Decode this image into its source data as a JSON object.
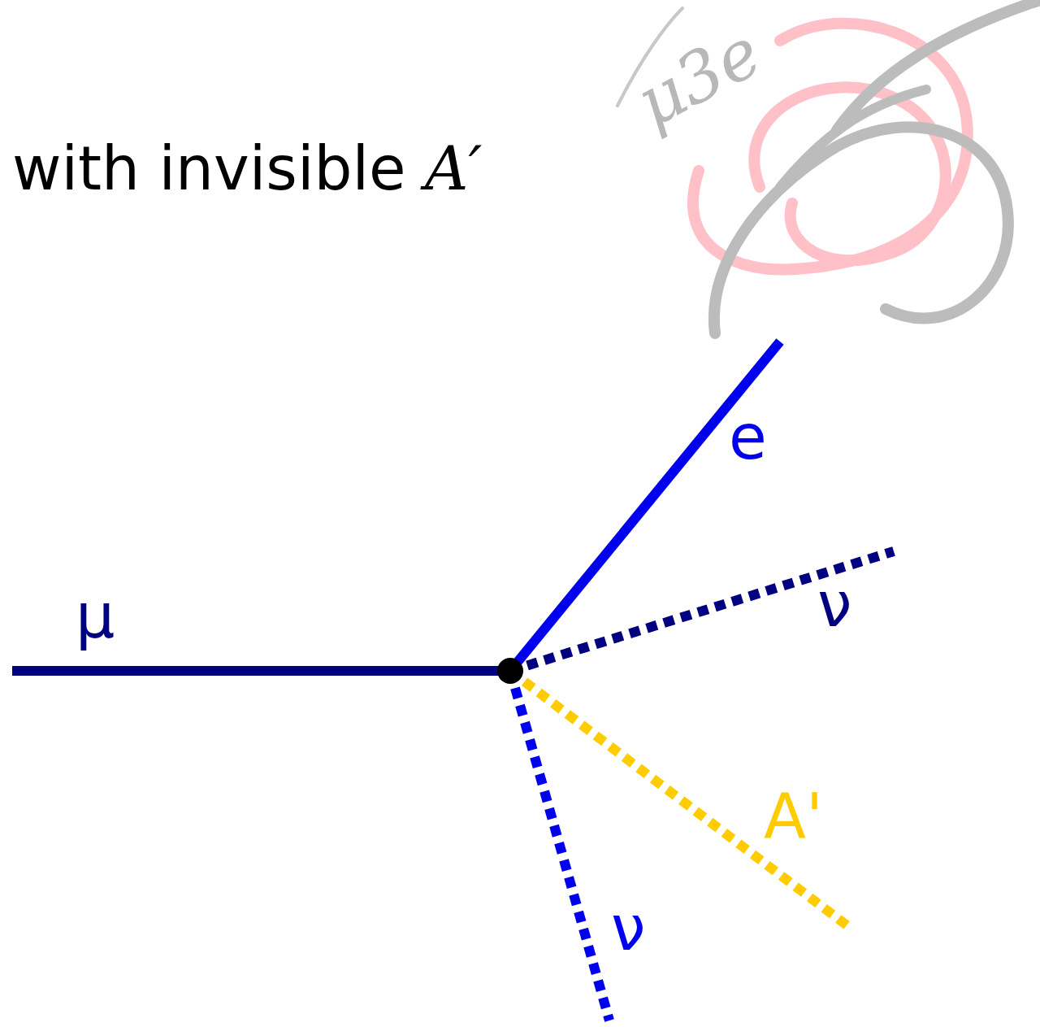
{
  "diagram": {
    "title": "with invisible A′",
    "labels": [
      "μ3e",
      "e",
      "ν",
      "μ",
      "A'",
      "ν"
    ]
  }
}
